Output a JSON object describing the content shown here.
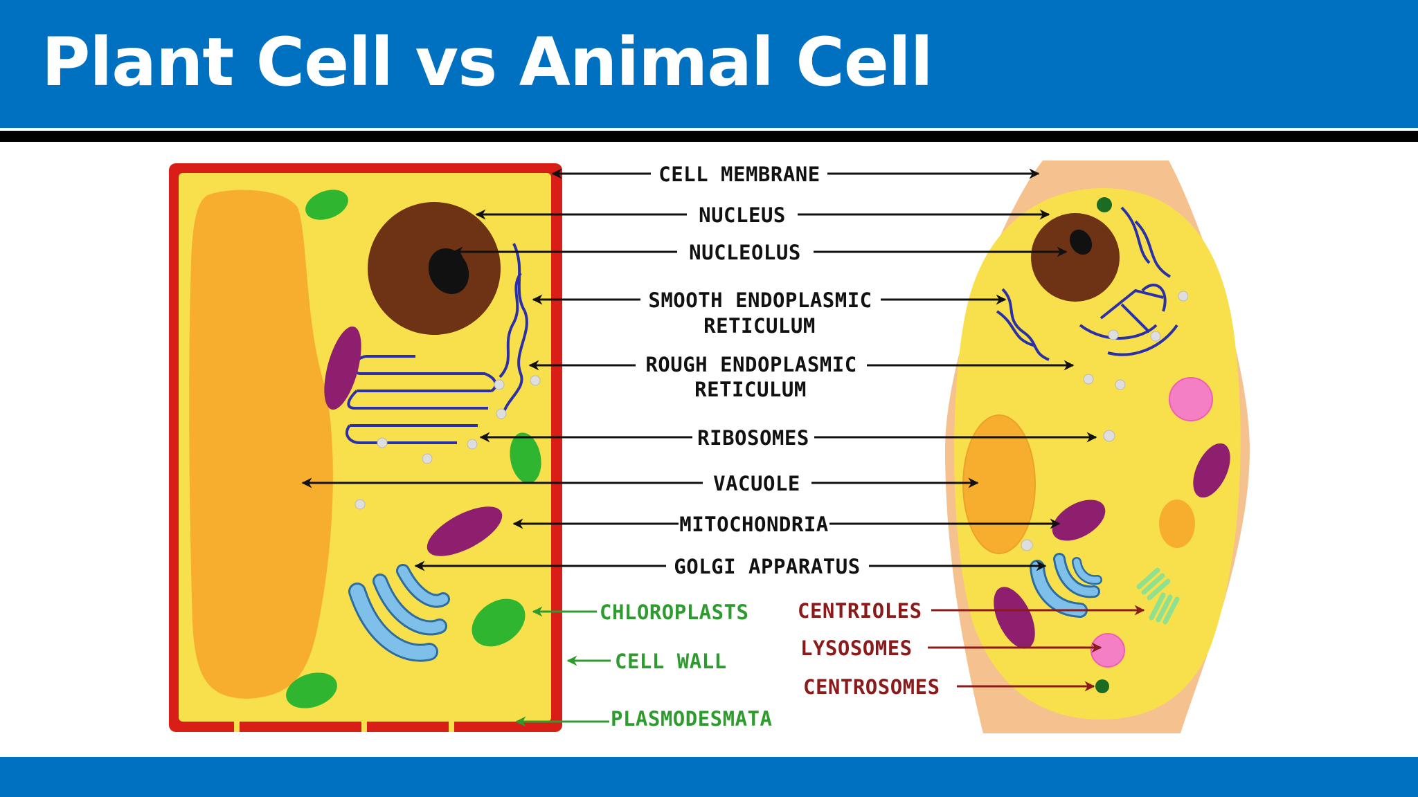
{
  "slide": {
    "title": "Plant Cell vs Animal Cell"
  },
  "colors": {
    "header_blue": "#0070c0",
    "cell_wall_red": "#d91e18",
    "cytoplasm_yellow": "#f8e04d",
    "vacuole_orange": "#f7ad2e",
    "nucleus_brown": "#6e3314",
    "er_blue": "#2b2fa8",
    "golgi_blue": "#7ec0ea",
    "mitochondria_purple": "#8e1f6e",
    "chloroplast_green": "#2fb52f",
    "lysosome_pink": "#f57fc5",
    "animal_membrane_peach": "#f5c18f",
    "shared_label_color": "#111111",
    "plant_label_color": "#2e9b2e",
    "animal_label_color": "#8b1a1a"
  },
  "labels": {
    "shared": [
      {
        "text": "CELL MEMBRANE"
      },
      {
        "text": "NUCLEUS"
      },
      {
        "text": "NUCLEOLUS"
      },
      {
        "text": "SMOOTH ENDOPLASMIC",
        "line2": "RETICULUM"
      },
      {
        "text": "ROUGH ENDOPLASMIC",
        "line2": "RETICULUM"
      },
      {
        "text": "RIBOSOMES"
      },
      {
        "text": "VACUOLE"
      },
      {
        "text": "MITOCHONDRIA"
      },
      {
        "text": "GOLGI APPARATUS"
      }
    ],
    "plant_only": [
      {
        "text": "CHLOROPLASTS"
      },
      {
        "text": "CELL WALL"
      },
      {
        "text": "PLASMODESMATA"
      }
    ],
    "animal_only": [
      {
        "text": "CENTRIOLES"
      },
      {
        "text": "LYSOSOMES"
      },
      {
        "text": "CENTROSOMES"
      }
    ]
  }
}
